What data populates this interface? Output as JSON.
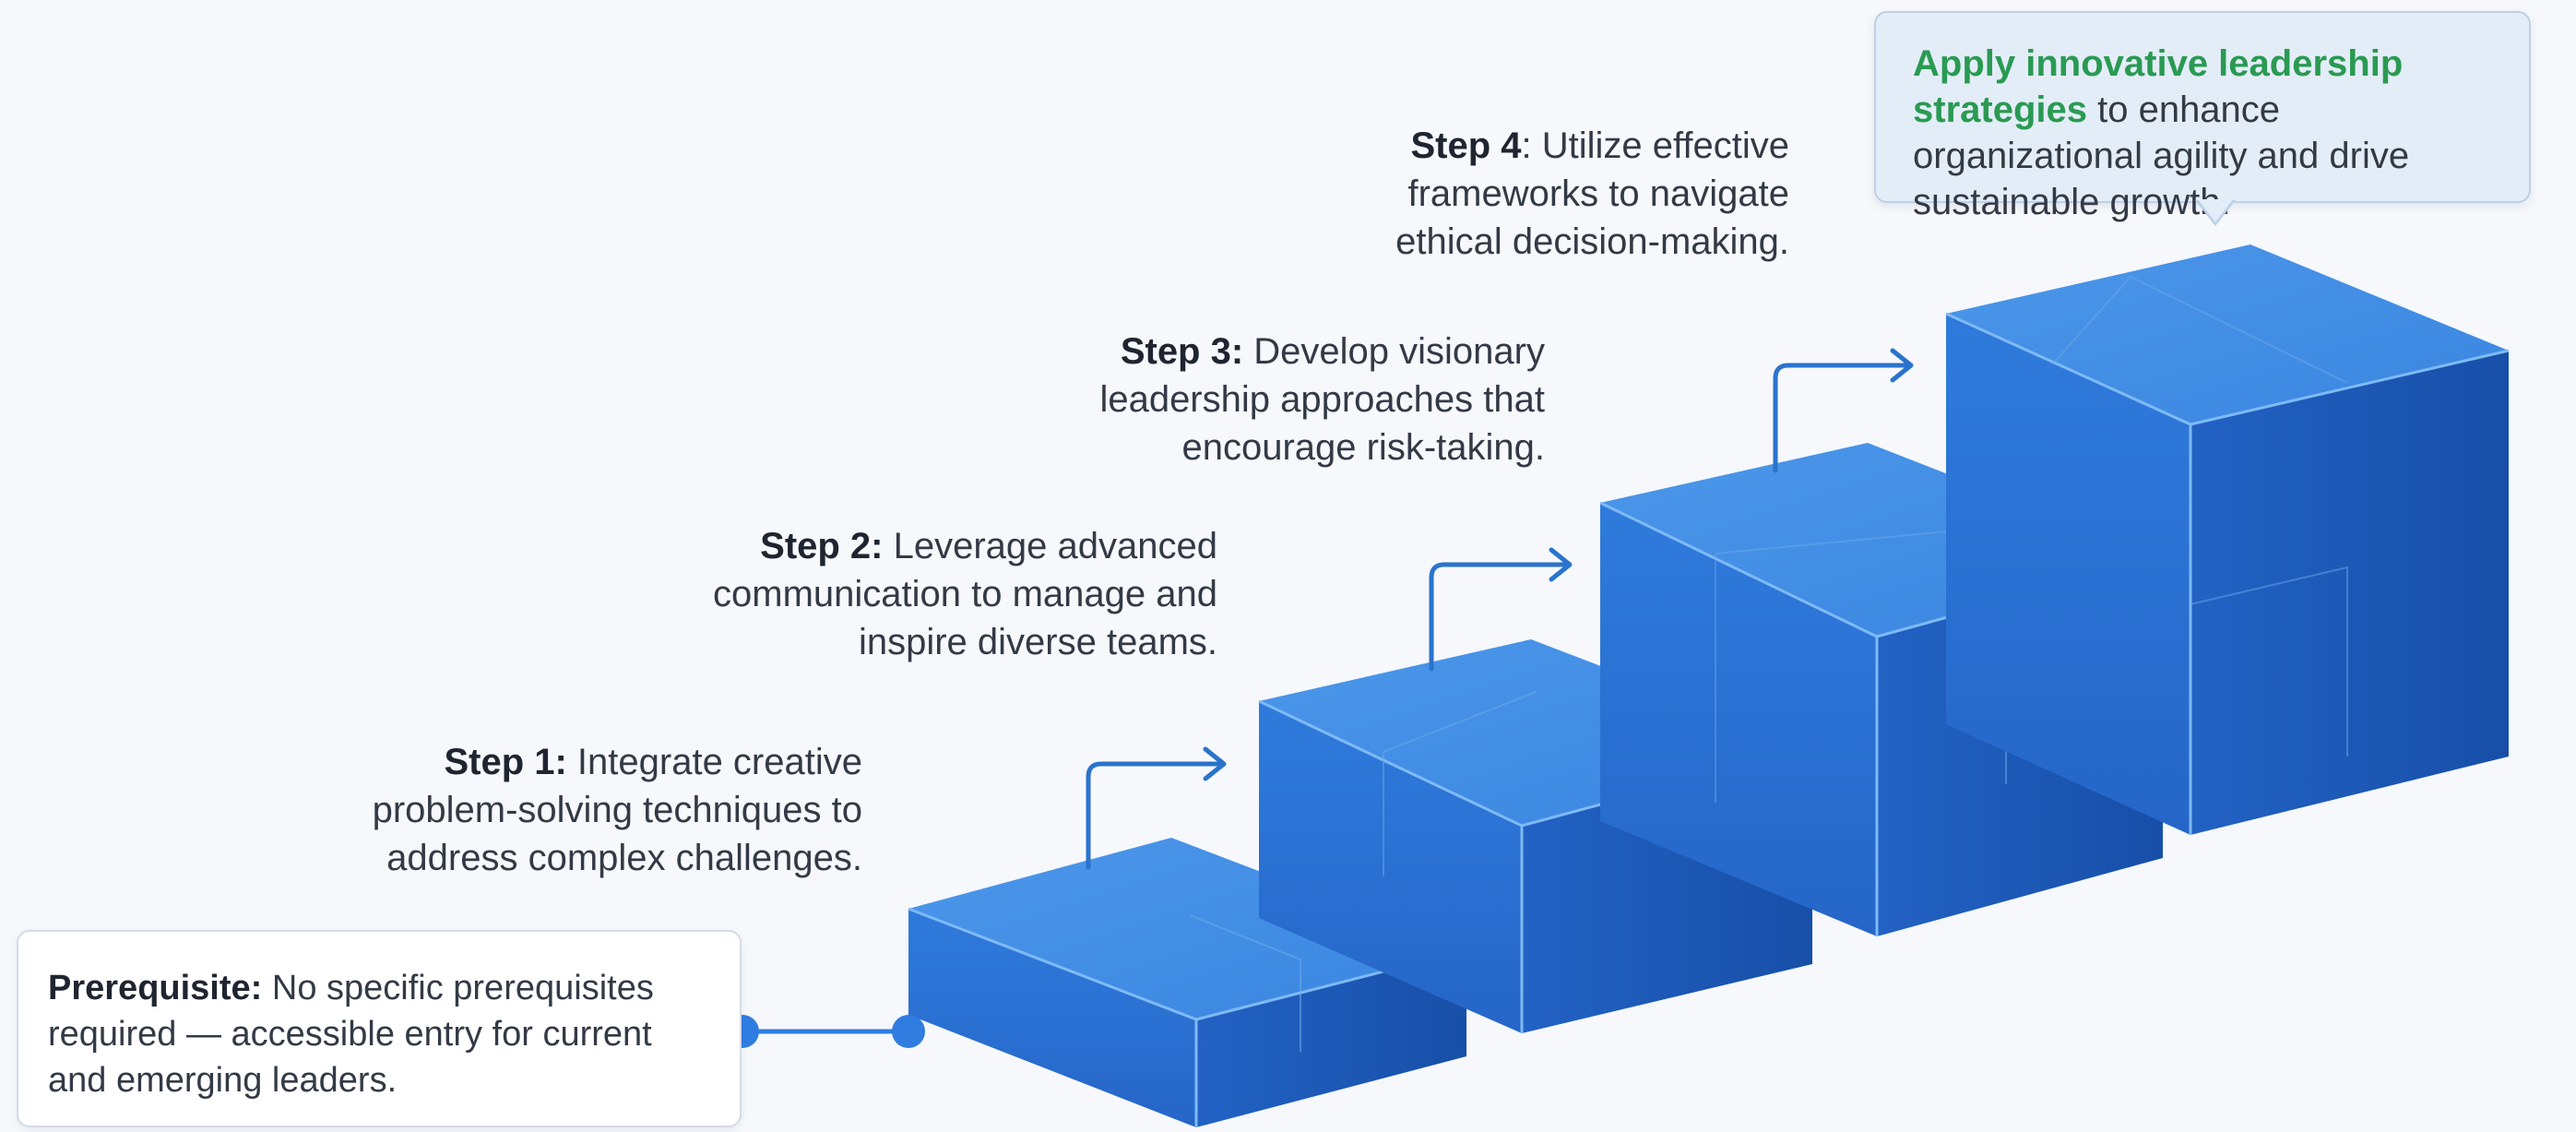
{
  "prerequisite": {
    "label": "Prerequisite:",
    "text": " No specific prerequisites required — accessible entry for current and emerging leaders."
  },
  "steps": [
    {
      "label": "Step 1:",
      "text": " Integrate creative problem-solving techniques to address complex challenges."
    },
    {
      "label": "Step 2:",
      "text": " Leverage advanced communication to manage and inspire diverse teams."
    },
    {
      "label": "Step 3:",
      "text": " Develop visionary leadership approaches that encourage risk-taking."
    },
    {
      "label": "Step 4",
      "text": ": Utilize effective frameworks to navigate ethical decision-making."
    }
  ],
  "goal": {
    "highlight": "Apply innovative leadership strategies",
    "text": " to enhance organizational agility and drive sustainable growth."
  },
  "colors": {
    "block_top": "#3f8ce4",
    "block_front": "#2b73d4",
    "block_side": "#1b55b3",
    "block_edge": "#6fb0f2",
    "arrow": "#2a73cc",
    "connector_dot": "#2f7de0",
    "highlight_green": "#2a9a52"
  }
}
